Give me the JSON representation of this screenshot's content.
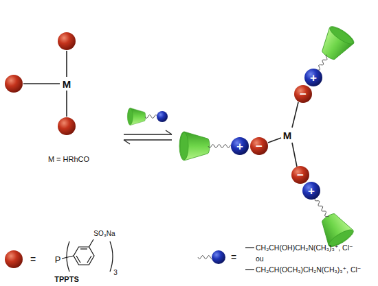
{
  "diagram": {
    "nodes": [
      {
        "text": [
          "+"
        ]
      },
      {
        "text": [
          "−"
        ]
      },
      {
        "text": [
          "+"
        ]
      },
      {
        "text": [
          "−"
        ]
      },
      {
        "text": [
          "−"
        ]
      },
      {
        "text": [
          "+"
        ]
      }
    ],
    "labels": [
      "M",
      "M = HRhCO",
      "M",
      "=",
      "P",
      "SO₃Na",
      "3",
      "TPPTS",
      "=",
      "CH₂CH(OH)CH₂N(CH₃)₃⁺, Cl⁻",
      "ou",
      "CH₂CH(OCH₃)CH₂N(CH₃)₃⁺, Cl⁻"
    ]
  }
}
